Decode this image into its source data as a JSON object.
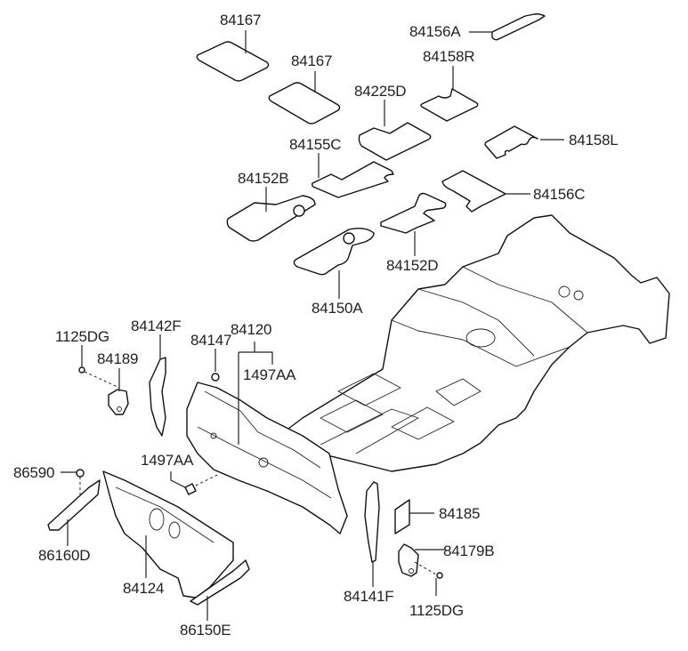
{
  "diagram": {
    "title": "Floor panel / dash panel insulation parts diagram",
    "colors": {
      "line": "#111111",
      "text": "#222222",
      "background": "#ffffff"
    },
    "labels": {
      "p84167_a": "84167",
      "p84167_b": "84167",
      "p84156A": "84156A",
      "p84158R": "84158R",
      "p84225D": "84225D",
      "p84158L": "84158L",
      "p84155C": "84155C",
      "p84152B": "84152B",
      "p84156C": "84156C",
      "p84152D": "84152D",
      "p84150A": "84150A",
      "p1125DG_a": "1125DG",
      "p84142F": "84142F",
      "p84147": "84147",
      "p84120": "84120",
      "p84189": "84189",
      "p1497AA_a": "1497AA",
      "p1497AA_b": "1497AA",
      "p86590": "86590",
      "p86160D": "86160D",
      "p84124": "84124",
      "p86150E": "86150E",
      "p84185": "84185",
      "p84179B": "84179B",
      "p84141F": "84141F",
      "p1125DG_b": "1125DG"
    }
  }
}
